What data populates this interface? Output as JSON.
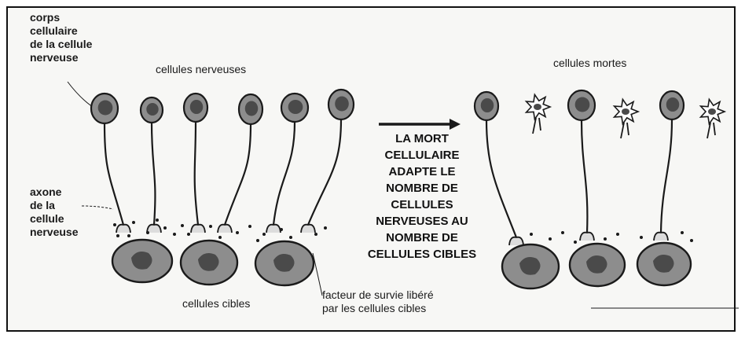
{
  "labels": {
    "corps": "corps\ncellulaire\nde la cellule\nnerveuse",
    "cellules_nerveuses": "cellules nerveuses",
    "axone": "axone\nde la\ncellule\nnerveuse",
    "cellules_cibles": "cellules cibles",
    "facteur": "facteur de survie libéré\npar les cellules cibles",
    "cellules_mortes": "cellules mortes",
    "central": "LA MORT\nCELLULAIRE\nADAPTE LE\nNOMBRE DE\nCELLULES\nNERVEUSES AU\nNOMBRE DE\nCELLULES CIBLES"
  },
  "colors": {
    "cell_fill": "#8d8d8d",
    "nucleus_fill": "#4a4a4a",
    "stroke": "#1a1a1a",
    "background": "#f7f7f5"
  }
}
